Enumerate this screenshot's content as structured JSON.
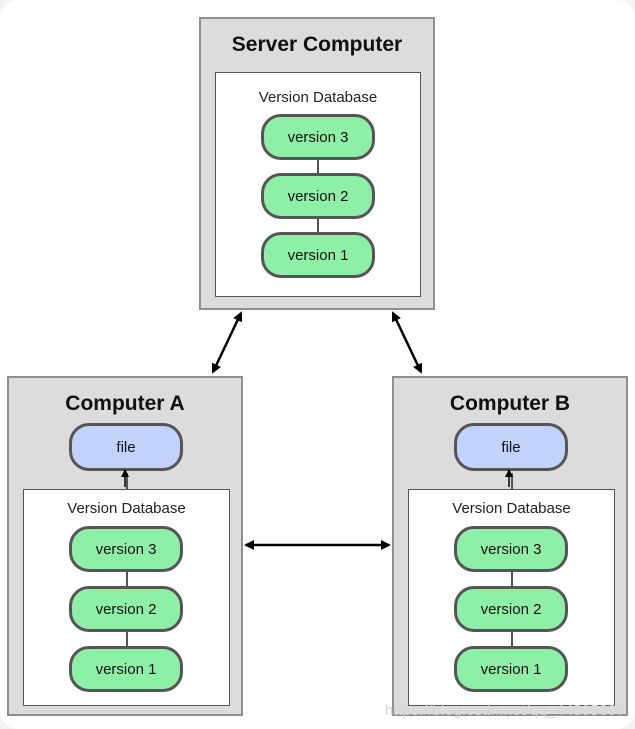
{
  "server": {
    "title": "Server Computer",
    "db_title": "Version Database",
    "versions": [
      "version 3",
      "version 2",
      "version 1"
    ]
  },
  "computer_a": {
    "title": "Computer A",
    "file_label": "file",
    "db_title": "Version Database",
    "versions": [
      "version 3",
      "version 2",
      "version 1"
    ]
  },
  "computer_b": {
    "title": "Computer B",
    "file_label": "file",
    "db_title": "Version Database",
    "versions": [
      "version 3",
      "version 2",
      "version 1"
    ]
  },
  "watermark": "https://blog.csdn.net/qq_44895397",
  "colors": {
    "version_fill": "#8ef0a6",
    "file_fill": "#c2d3fb",
    "computer_fill": "#dcdcdc"
  }
}
